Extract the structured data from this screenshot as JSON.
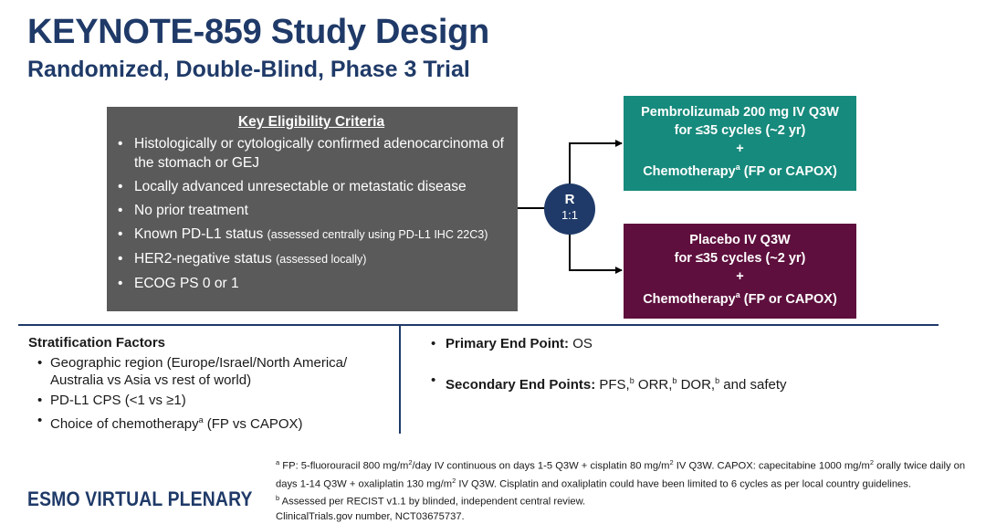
{
  "header": {
    "title": "KEYNOTE-859 Study Design",
    "subtitle": "Randomized, Double-Blind, Phase 3 Trial"
  },
  "eligibility": {
    "heading": "Key Eligibility Criteria",
    "items": [
      {
        "main": "Histologically or cytologically confirmed adenocarcinoma of the stomach or GEJ",
        "note": ""
      },
      {
        "main": "Locally advanced unresectable or metastatic disease",
        "note": ""
      },
      {
        "main": "No prior treatment",
        "note": ""
      },
      {
        "main": "Known PD-L1 status ",
        "note": "(assessed centrally using PD-L1 IHC 22C3)"
      },
      {
        "main": "HER2-negative status ",
        "note": "(assessed locally)"
      },
      {
        "main": "ECOG PS 0 or 1",
        "note": ""
      }
    ],
    "bullet": "•"
  },
  "randomization": {
    "letter": "R",
    "ratio": "1:1"
  },
  "arms": {
    "top": {
      "line1": "Pembrolizumab 200 mg IV Q3W",
      "line2": "for ≤35 cycles (~2 yr)",
      "plus": "+",
      "chemo": "Chemotherapy",
      "chemo_sup": "a",
      "chemo_rest": " (FP or CAPOX)",
      "color": "#168a7c"
    },
    "bottom": {
      "line1": "Placebo IV Q3W",
      "line2": "for ≤35 cycles (~2 yr)",
      "plus": "+",
      "chemo": "Chemotherapy",
      "chemo_sup": "a",
      "chemo_rest": " (FP or CAPOX)",
      "color": "#5e0f3d"
    }
  },
  "stratification": {
    "heading": "Stratification Factors",
    "items": [
      {
        "text": "Geographic region (Europe/Israel/North America/ Australia vs Asia vs rest of world)",
        "sup": "",
        "rest": ""
      },
      {
        "text": "PD-L1 CPS (<1 vs ≥1)",
        "sup": "",
        "rest": ""
      },
      {
        "text": "Choice of chemotherapy",
        "sup": "a",
        "rest": " (FP vs CAPOX)"
      }
    ]
  },
  "endpoints": {
    "primary_label": "Primary End Point:",
    "primary_value": " OS",
    "secondary_label": "Secondary End Points:",
    "secondary_parts": [
      {
        "text": " PFS,",
        "sup": "b"
      },
      {
        "text": " ORR,",
        "sup": "b"
      },
      {
        "text": " DOR,",
        "sup": "b"
      },
      {
        "text": " and safety",
        "sup": ""
      }
    ]
  },
  "footnotes": {
    "a_mark": "a",
    "a_text_1": " FP: 5-fluorouracil 800 mg/m",
    "a_sup_1": "2",
    "a_text_2": "/day IV continuous on days 1-5 Q3W + cisplatin 80 mg/m",
    "a_sup_2": "2",
    "a_text_3": " IV Q3W. CAPOX: capecitabine 1000 mg/m",
    "a_sup_3": "2",
    "a_text_4": " orally twice daily on days 1-14 Q3W + oxaliplatin 130 mg/m",
    "a_sup_4": "2",
    "a_text_5": " IV Q3W. Cisplatin and oxaliplatin could have been limited to 6 cycles as per local country guidelines.",
    "b_mark": "b",
    "b_text": " Assessed per RECIST v1.1 by blinded, independent central review.",
    "trial": "ClinicalTrials.gov number, NCT03675737."
  },
  "logo": {
    "text": "ESMO VIRTUAL PLENARY"
  },
  "colors": {
    "navy": "#1f3a68",
    "teal": "#168a7c",
    "plum": "#5e0f3d",
    "gray": "#5a5a5a"
  }
}
